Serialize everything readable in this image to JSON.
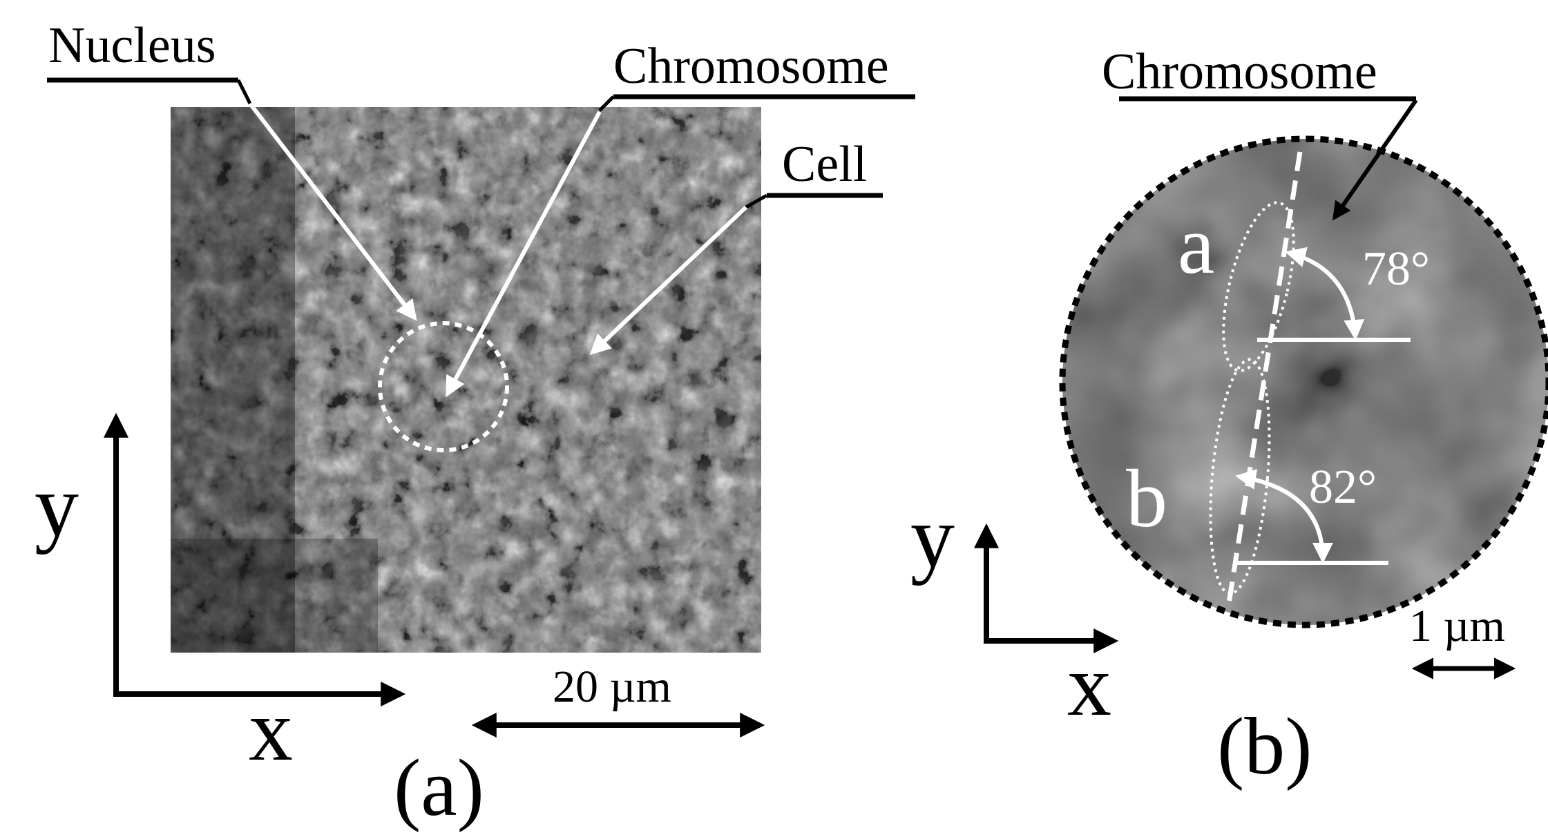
{
  "panel_a": {
    "labels": {
      "nucleus": "Nucleus",
      "chromosome": "Chromosome",
      "cell": "Cell"
    },
    "axes": {
      "x": "x",
      "y": "y"
    },
    "scale_bar": "20 µm",
    "panel_label": "(a)"
  },
  "panel_b": {
    "labels": {
      "chromosome": "Chromosome"
    },
    "sub_labels": {
      "a": "a",
      "b": "b"
    },
    "angles": {
      "upper": "78°",
      "lower": "82°"
    },
    "axes": {
      "x": "x",
      "y": "y"
    },
    "scale_bar": "1 µm",
    "panel_label": "(b)"
  },
  "colors": {
    "annotation_white": "#ffffff",
    "annotation_black": "#000000"
  }
}
